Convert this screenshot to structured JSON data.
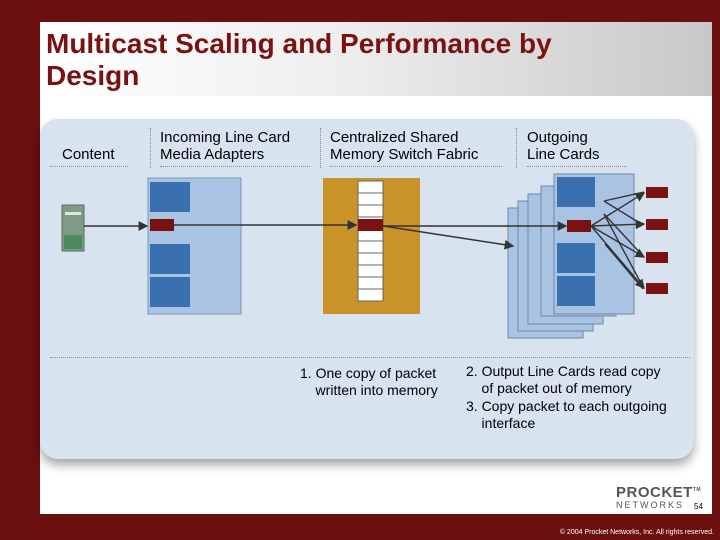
{
  "slide": {
    "title": "Multicast Scaling and Performance by Design",
    "columns": {
      "content": "Content",
      "incoming": "Incoming Line Card\nMedia Adapters",
      "fabric": "Centralized Shared\nMemory Switch Fabric",
      "outgoing": "Outgoing\nLine Cards"
    },
    "notes": {
      "step1": "1. One copy of packet\n    written into memory",
      "step2": "2. Output Line Cards read copy\n    of packet out of memory",
      "step3": "3. Copy packet to each outgoing\n    interface"
    },
    "logo": {
      "name": "PROCKET",
      "tm": "TM",
      "sub": "NETWORKS"
    },
    "page_number": "54",
    "copyright": "© 2004 Procket Networks, Inc. All rights reserved."
  },
  "colors": {
    "background": "#6b0f0f",
    "title": "#7a1212",
    "panel": "#d7e3ef",
    "card": "#a9c4e2",
    "card_port": "#3a6fb0",
    "fabric": "#c9932a",
    "packet": "#7a1212"
  }
}
